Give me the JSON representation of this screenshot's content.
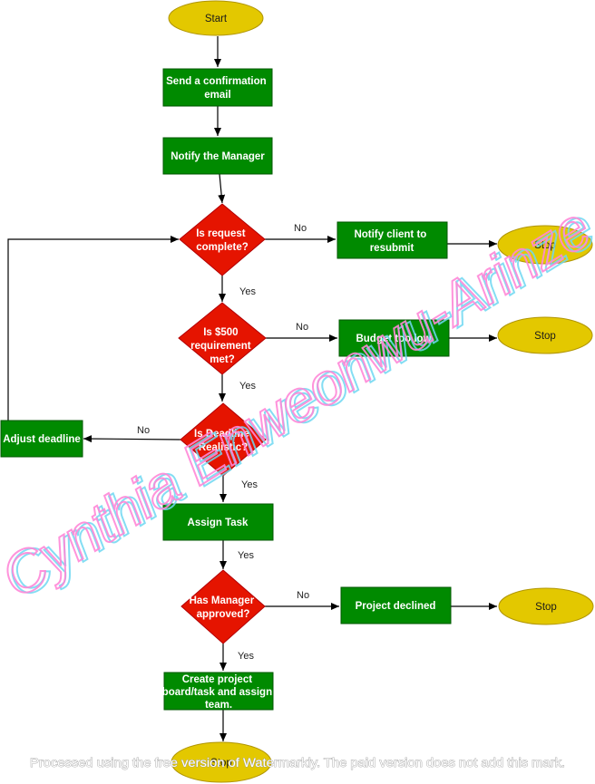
{
  "nodes": {
    "start": "Start",
    "send_email": [
      "Send a confirmation",
      "email"
    ],
    "notify_manager": "Notify the Manager",
    "is_request_complete": [
      "Is request",
      "complete?"
    ],
    "notify_client": [
      "Notify client to",
      "resubmit"
    ],
    "stop_1": "Stop",
    "is_500_met": [
      "Is $500",
      "requirement",
      "met?"
    ],
    "budget_too_low": "Budget too low",
    "stop_2": "Stop",
    "is_deadline_realistic": [
      "Is Deadline",
      "Realistic?"
    ],
    "adjust_deadline": "Adjust deadline",
    "assign_task": "Assign Task",
    "has_manager_approved": [
      "Has Manager",
      "approved?"
    ],
    "project_declined": "Project declined",
    "stop_3": "Stop",
    "create_project_board": [
      "Create project",
      "board/task and assign",
      "team."
    ],
    "end": "Stop"
  },
  "edges": {
    "no_1": "No",
    "yes_1": "Yes",
    "no_2": "No",
    "yes_2": "Yes",
    "no_3": "No",
    "yes_3": "Yes",
    "yes_4": "Yes",
    "no_4": "No",
    "yes_5": "Yes"
  },
  "watermark": {
    "diagonal": "Cynthia Enweonwu-Arinze",
    "footer": "Processed using the free version of Watermarkly. The paid version does not add this mark."
  },
  "colors": {
    "process_fill": "#008a00",
    "process_stroke": "#005700",
    "decision_fill": "#e51400",
    "decision_stroke": "#b20000",
    "terminal_fill": "#e3c800",
    "terminal_stroke": "#b09500",
    "watermark_pink": "#ff88d8",
    "watermark_cyan": "#6fd8f2"
  }
}
